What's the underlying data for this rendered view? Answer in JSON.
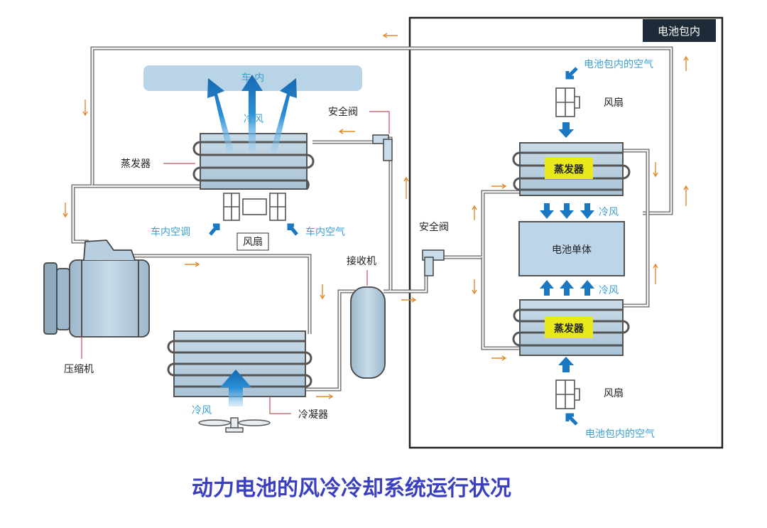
{
  "title": "动力电池的风冷冷却系统运行状况",
  "cabin": {
    "zone_label": "车 内",
    "cold_air": "冷风",
    "evaporator": "蒸发器",
    "safety_valve": "安全阀",
    "fan": "风扇",
    "cabin_ac": "车内空调",
    "cabin_air": "车内空气"
  },
  "engine": {
    "compressor": "压缩机",
    "receiver": "接收机",
    "condenser": "冷凝器",
    "cold_air": "冷风"
  },
  "battery_pack": {
    "header": "电池包内",
    "safety_valve": "安全阀",
    "top_air": "电池包内的空气",
    "top_fan": "风扇",
    "top_evaporator": "蒸发器",
    "top_cold_air": "冷风",
    "cell": "电池单体",
    "bottom_cold_air": "冷风",
    "bottom_evaporator": "蒸发器",
    "bottom_fan": "风扇",
    "bottom_air": "电池包内的空气"
  },
  "colors": {
    "arrow_blue": "#1a78c2",
    "label_blue": "#3aa0d0",
    "flow_orange": "#e38a2b",
    "title_blue": "#3a3fbf",
    "highlight_yellow": "#e8e81a",
    "header_dark": "#1d2a38"
  }
}
